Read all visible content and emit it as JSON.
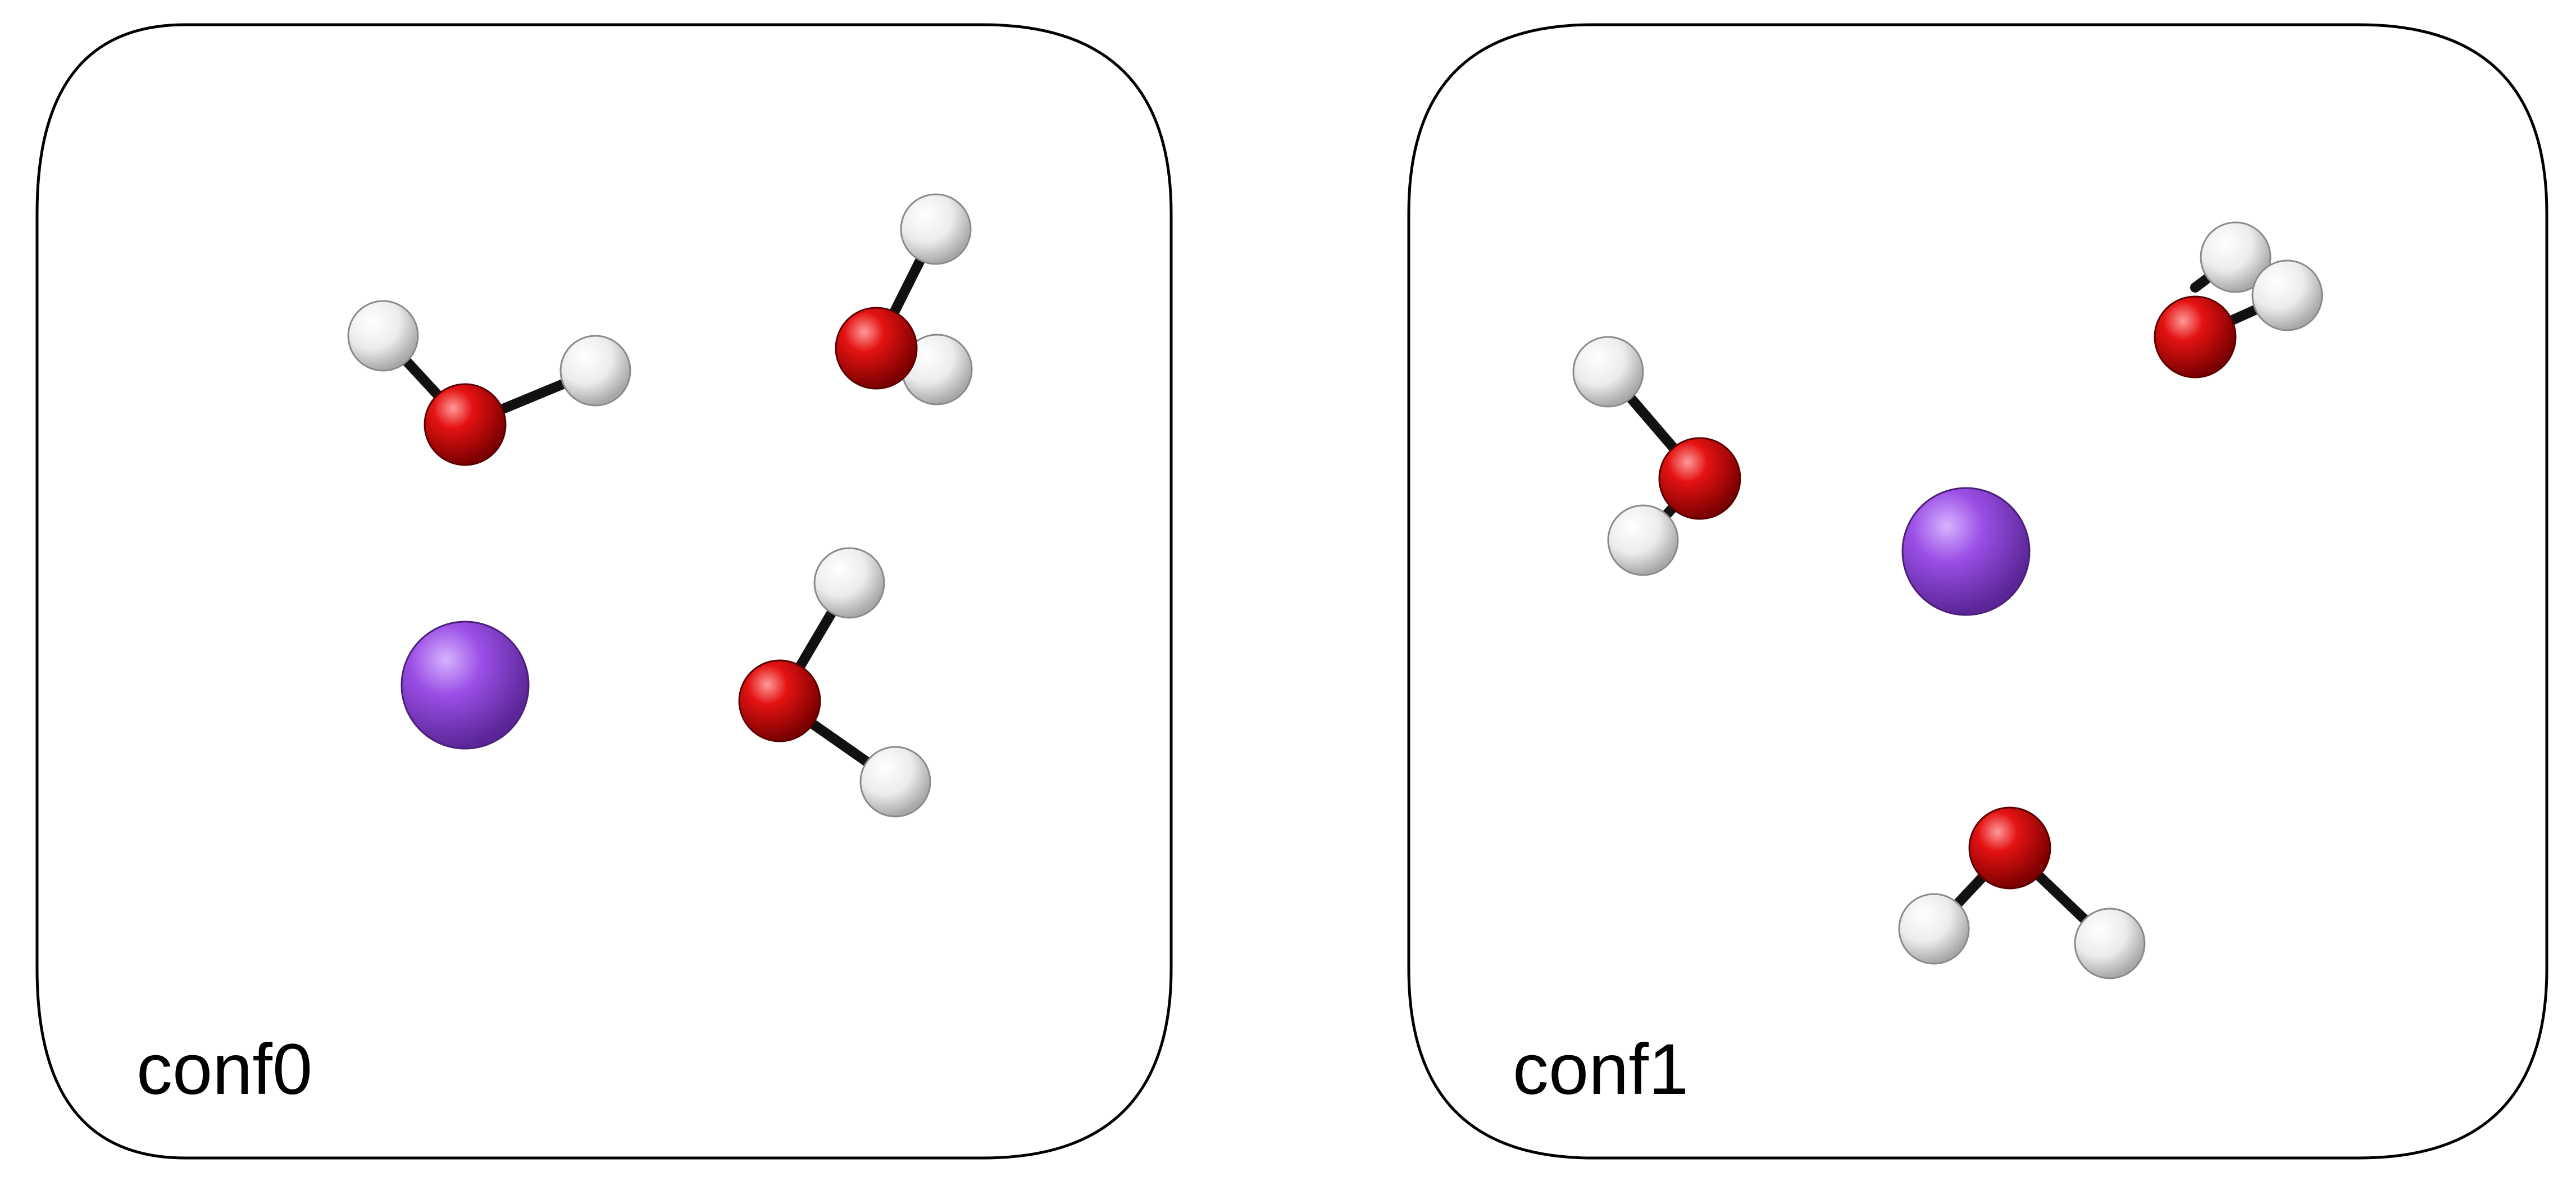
{
  "colors": {
    "oxygen": "#e00000",
    "hydrogen": "#f2f2f2",
    "sodium": "#9b4fe6",
    "bond": "#111111",
    "frame": "#000000"
  },
  "elements": {
    "O": "oxygen",
    "H": "hydrogen",
    "Na": "sodium"
  },
  "panels": [
    {
      "label": "conf0"
    },
    {
      "label": "conf1"
    }
  ]
}
